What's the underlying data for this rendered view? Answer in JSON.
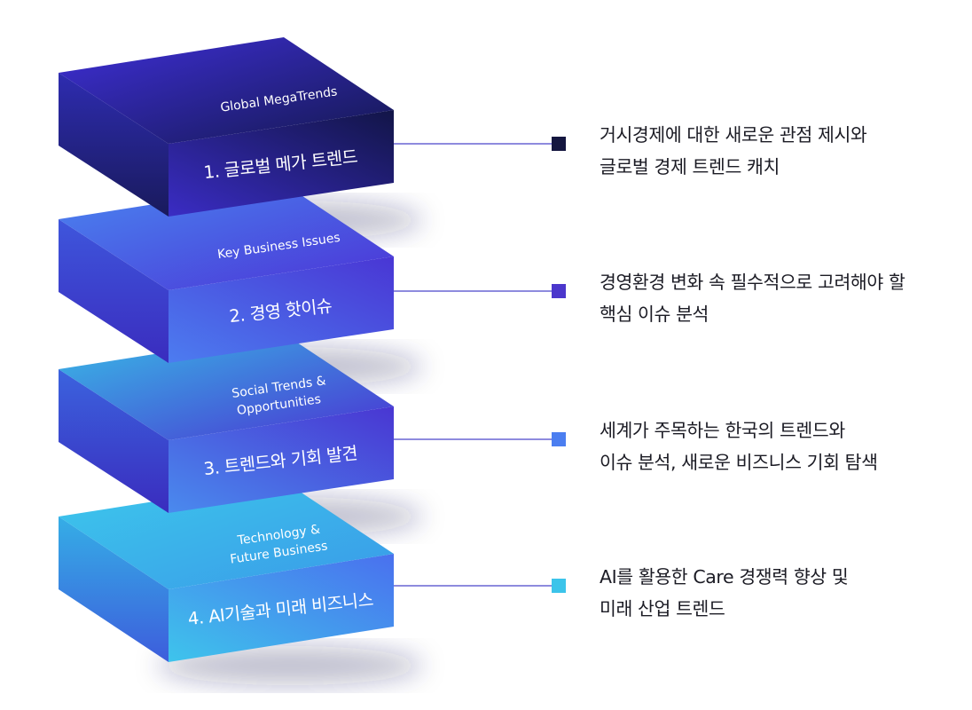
{
  "colors": {
    "line": "#4a46c9",
    "text": "#1b1b24"
  },
  "blocks": [
    {
      "en": [
        "Global MegaTrends"
      ],
      "ko": "1. 글로벌 메가 트렌드",
      "desc": [
        "거시경제에 대한 새로운 관점 제시와",
        "글로벌 경제 트렌드 캐치"
      ],
      "top_colors": [
        "#3f2fd8",
        "#141850"
      ],
      "front_colors": [
        "#3a2cc4",
        "#121547"
      ],
      "side_colors": [
        "#2e2cb0",
        "#191a5c"
      ],
      "marker_color": "#14163f"
    },
    {
      "en": [
        "Key Business Issues"
      ],
      "ko": "2. 경영 핫이슈",
      "desc": [
        "경영환경 변화 속 필수적으로 고려해야 할",
        "핵심 이슈 분석"
      ],
      "top_colors": [
        "#4a86f0",
        "#4b33d6"
      ],
      "front_colors": [
        "#4c7cf0",
        "#4936d4"
      ],
      "side_colors": [
        "#3e56dc",
        "#3a2cbe"
      ],
      "marker_color": "#4b37cc"
    },
    {
      "en": [
        "Social Trends &",
        "Opportunities"
      ],
      "ko": "3. 트렌드와 기회 발견",
      "desc": [
        "세계가 주목하는 한국의 트렌드와",
        "이슈 분석, 새로운 비즈니스 기회 탐색"
      ],
      "top_colors": [
        "#38bde6",
        "#4a32d2"
      ],
      "front_colors": [
        "#4a8aee",
        "#4936d2"
      ],
      "side_colors": [
        "#3b63de",
        "#3a2cbe"
      ],
      "marker_color": "#4b7ef0"
    },
    {
      "en": [
        "Technology &",
        "Future Business"
      ],
      "ko": "4. AI기술과 미래 비즈니스",
      "desc": [
        "AI를 활용한 Care 경쟁력 향상 및",
        "미래 산업 트렌드"
      ],
      "top_colors": [
        "#3cc8ec",
        "#3a9ae8"
      ],
      "front_colors": [
        "#3ec4ec",
        "#4a70ee"
      ],
      "side_colors": [
        "#35aee6",
        "#3d5ddc"
      ],
      "marker_color": "#3cc4ea"
    }
  ]
}
